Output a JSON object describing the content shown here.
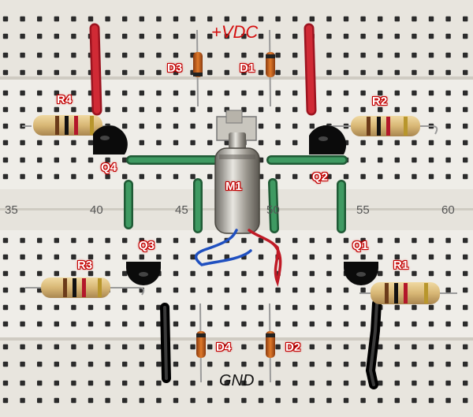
{
  "power": {
    "vdc": "+VDC",
    "gnd": "GND"
  },
  "columns": [
    "35",
    "40",
    "45",
    "50",
    "55",
    "60"
  ],
  "labels": {
    "D1": "D1",
    "D2": "D2",
    "D3": "D3",
    "D4": "D4",
    "R1": "R1",
    "R2": "R2",
    "R3": "R3",
    "R4": "R4",
    "Q1": "Q1",
    "Q2": "Q2",
    "Q3": "Q3",
    "Q4": "Q4",
    "M1": "M1"
  },
  "colors": {
    "board": "#efede8",
    "rail": "#e3e0d9",
    "hole": "#2b2b2b",
    "red_wire": "#c01a26",
    "green_wire": "#2e7d4b",
    "black_wire": "#151515",
    "blue_wire": "#2050c0",
    "resistor_body": "#d8b775",
    "transistor": "#0b0b0b",
    "label_red": "#d41010"
  }
}
